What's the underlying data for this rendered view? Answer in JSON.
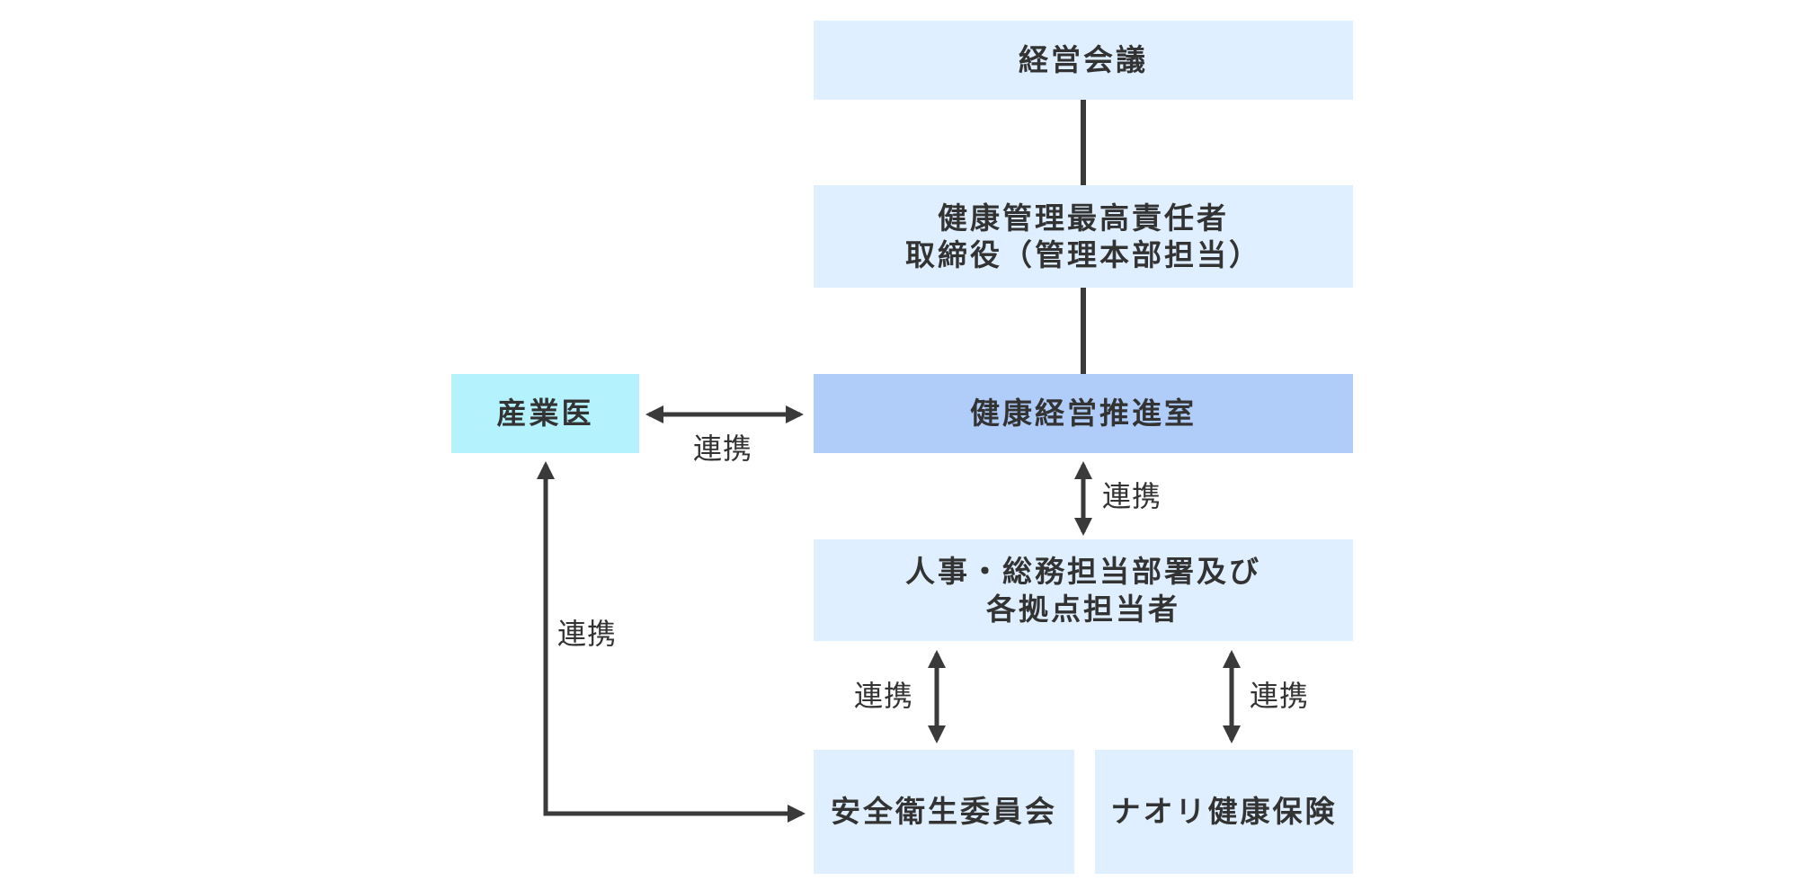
{
  "colors": {
    "box_light": "#e0efff",
    "box_accent": "#b0cdf9",
    "box_cyan": "#b4f2fd",
    "line": "#3a3a3a",
    "text": "#333333"
  },
  "nodes": {
    "board": {
      "line1": "経営会議"
    },
    "chief": {
      "line1": "健康管理最高責任者",
      "line2": "取締役（管理本部担当）"
    },
    "promotion_office": {
      "line1": "健康経営推進室"
    },
    "industrial_physician": {
      "line1": "産業医"
    },
    "hr_department": {
      "line1": "人事・総務担当部署及び",
      "line2": "各拠点担当者"
    },
    "safety_committee": {
      "line1": "安全衛生委員会"
    },
    "health_insurance": {
      "line1": "ナオリ健康保険"
    }
  },
  "links": {
    "physician_office": "連携",
    "office_hr": "連携",
    "physician_committee": "連携",
    "hr_committee": "連携",
    "hr_insurance": "連携"
  }
}
